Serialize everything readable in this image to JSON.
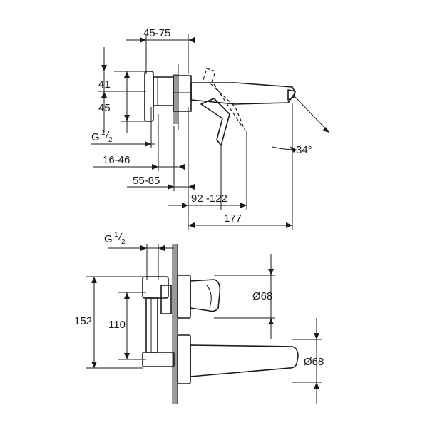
{
  "side_view": {
    "dim_45_75": "45-75",
    "dim_41": "41",
    "dim_45": "45",
    "thread_g": "G",
    "thread_num": "1",
    "thread_den": "2",
    "dim_16_46": "16-46",
    "dim_55_85": "55-85",
    "dim_92_122": "92 -122",
    "dim_177": "177",
    "angle_34": "34°"
  },
  "front_view": {
    "thread_g": "G",
    "thread_num": "1",
    "thread_den": "2",
    "dim_152": "152",
    "dim_110": "110",
    "dia_68_top": "Ø68",
    "dia_68_bottom": "Ø68"
  }
}
